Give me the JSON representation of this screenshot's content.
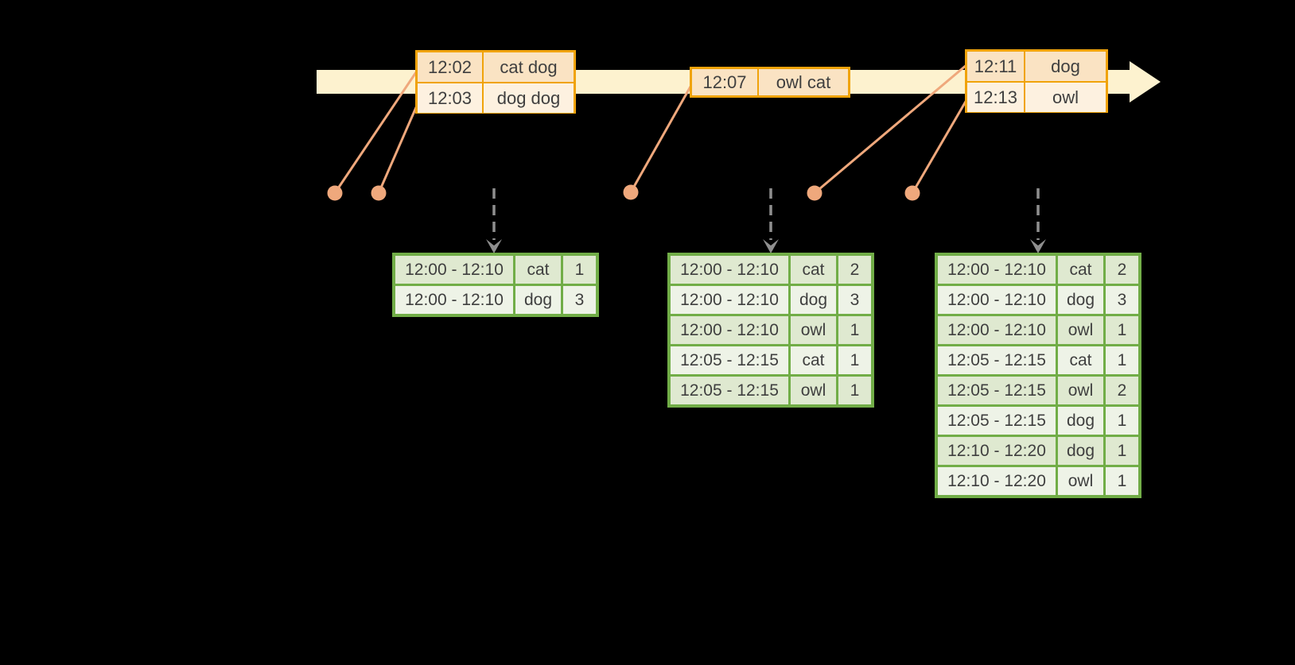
{
  "colors": {
    "background": "#000000",
    "timeline_band": "#fdf2cf",
    "event_box_border": "#f0a30a",
    "event_row_dark": "#fae3c3",
    "event_row_light": "#fdf1e0",
    "connector_salmon": "#efa87c",
    "table_border_green": "#71ad47",
    "table_row_dark": "#dfe9d0",
    "table_row_light": "#eef3e7",
    "trigger_arrow_gray": "#8f8f8f",
    "text": "#3f3f3f"
  },
  "timeline": {
    "direction": "right",
    "events": [
      {
        "id": "event-box-1",
        "rows": [
          {
            "time": "12:02",
            "words": "cat dog"
          },
          {
            "time": "12:03",
            "words": "dog dog"
          }
        ]
      },
      {
        "id": "event-box-2",
        "rows": [
          {
            "time": "12:07",
            "words": "owl cat"
          }
        ]
      },
      {
        "id": "event-box-3",
        "rows": [
          {
            "time": "12:11",
            "words": "dog"
          },
          {
            "time": "12:13",
            "words": "owl"
          }
        ]
      }
    ]
  },
  "result_tables": [
    {
      "id": "result-table-1",
      "rows": [
        {
          "window": "12:00 - 12:10",
          "word": "cat",
          "count": 1
        },
        {
          "window": "12:00 - 12:10",
          "word": "dog",
          "count": 3
        }
      ]
    },
    {
      "id": "result-table-2",
      "rows": [
        {
          "window": "12:00 - 12:10",
          "word": "cat",
          "count": 2
        },
        {
          "window": "12:00 - 12:10",
          "word": "dog",
          "count": 3
        },
        {
          "window": "12:00 - 12:10",
          "word": "owl",
          "count": 1
        },
        {
          "window": "12:05 - 12:15",
          "word": "cat",
          "count": 1
        },
        {
          "window": "12:05 - 12:15",
          "word": "owl",
          "count": 1
        }
      ]
    },
    {
      "id": "result-table-3",
      "rows": [
        {
          "window": "12:00 - 12:10",
          "word": "cat",
          "count": 2
        },
        {
          "window": "12:00 - 12:10",
          "word": "dog",
          "count": 3
        },
        {
          "window": "12:00 - 12:10",
          "word": "owl",
          "count": 1
        },
        {
          "window": "12:05 - 12:15",
          "word": "cat",
          "count": 1
        },
        {
          "window": "12:05 - 12:15",
          "word": "owl",
          "count": 2
        },
        {
          "window": "12:05 - 12:15",
          "word": "dog",
          "count": 1
        },
        {
          "window": "12:10 - 12:20",
          "word": "dog",
          "count": 1
        },
        {
          "window": "12:10 - 12:20",
          "word": "owl",
          "count": 1
        }
      ]
    }
  ]
}
